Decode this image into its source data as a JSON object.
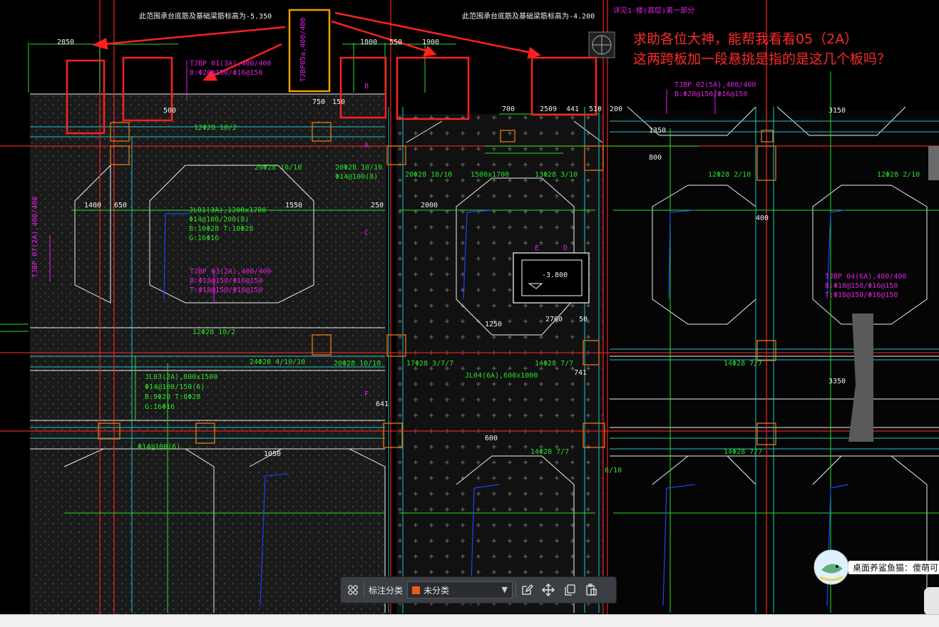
{
  "question": {
    "line1": "求助各位大神，能帮我看看05（2A）",
    "line2": "这两跨板加一段悬挑是指的是这几个板吗？"
  },
  "drawing": {
    "title_left": "此范围承台底筋及基础梁筋标高为-5.350",
    "title_right": "此范围承台底筋及基础梁筋标高为-4.200",
    "title_far_right": "详见1-楼(首层)第一部分",
    "elev_mark": "-3.800",
    "dims": [
      "2850",
      "1800",
      "550",
      "1900",
      "750",
      "150",
      "700",
      "2509",
      "441",
      "510",
      "200",
      "1400",
      "650",
      "1550",
      "250",
      "2000",
      "400",
      "1350",
      "800",
      "500",
      "1250",
      "2700",
      "50",
      "741",
      "641",
      "600",
      "1050",
      "6/10",
      "3150",
      "3350"
    ],
    "beams_green": [
      "12Φ28 10/2",
      "20Φ28 10/10",
      "20Φ28 10/10",
      "Φ14@100(8)",
      "20Φ28 10/10",
      "1500x1700",
      "13Φ28 3/10",
      "12Φ28 2/10",
      "12Φ28 2/10",
      "JL01(3A),1200x1700",
      "Φ14@100/200(8)",
      "B:10Φ28  T:10Φ28",
      "G:16Φ16",
      "12Φ28 10/2",
      "24Φ28 4/10/10",
      "20Φ28 10/10",
      "17Φ28 3/7/7",
      "JL04(6A),600x1000",
      "14Φ28 7/7",
      "JL03(2A),800x1500",
      "Φ14@100/150(6)",
      "B:9Φ28  T:8Φ28",
      "G:16Φ16",
      "Φ14@100(6)",
      "14Φ28 7/7",
      "14Φ28 7/7",
      "14Φ28 7/7"
    ],
    "plates_magenta": [
      "TJBP 01(3A),400/400",
      "B:Φ20@150/Φ16@150",
      "TJBP 03(2A),400/400",
      "B:Φ18@150/Φ16@150",
      "T:Φ18@150/Φ16@150",
      "TJBP 02(5A),400/400",
      "B:Φ20@150/Φ16@150",
      "TJBP 04(6A),400/400",
      "B:Φ18@150/Φ16@150",
      "T:Φ18@150/Φ16@150",
      "TJBP 07(2A),400/400",
      "TJBP05a,400/400"
    ],
    "section_labels": [
      "B",
      "A",
      "C",
      "E",
      "D",
      "F"
    ]
  },
  "toolbar": {
    "category_label": "标注分类",
    "category_value": "未分类"
  },
  "notification": {
    "text": "桌面养鲨鱼猫：傻萌可"
  },
  "colors": {
    "annotation_red": "#ff2a2a",
    "highlight_orange": "#f0a000",
    "cad_green": "#25e025",
    "cad_magenta": "#e020e0",
    "cad_cyan": "#20c8c8"
  }
}
